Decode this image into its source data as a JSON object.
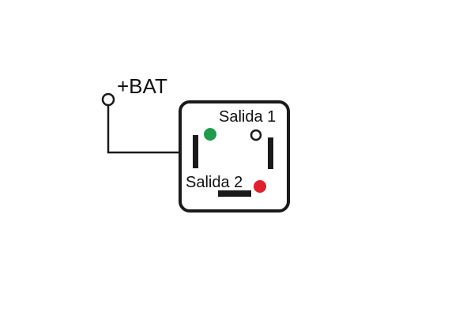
{
  "labels": {
    "bat": "+BAT",
    "out1": "Salida 1",
    "out2": "Salida 2"
  },
  "colors": {
    "stroke": "#1a1a1a",
    "green_led": "#1e9b4b",
    "red_led": "#e0202a",
    "background": "#ffffff"
  }
}
